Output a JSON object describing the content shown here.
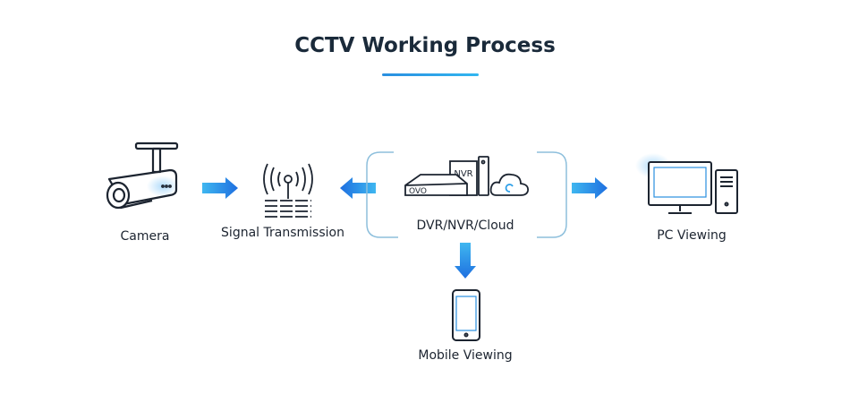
{
  "title": "CCTV Working Process",
  "nodes": {
    "camera": "Camera",
    "signal": "Signal Transmission",
    "storage": "DVR/NVR/Cloud",
    "pc": "PC Viewing",
    "mobile": "Mobile Viewing"
  },
  "icon_text": {
    "dvr_box": "OVO",
    "nvr_box": "NVR"
  },
  "colors": {
    "accent": "#1e7fe0",
    "line": "#1c2430",
    "bracket": "#7fb7d8"
  }
}
